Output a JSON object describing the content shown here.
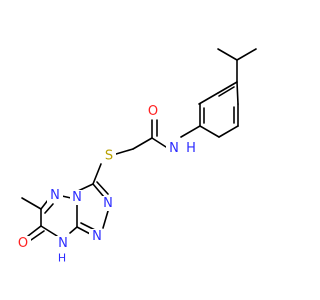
{
  "colors": {
    "bond": "#000000",
    "N": "#2c2cff",
    "O": "#ff2020",
    "S": "#b8a000",
    "H": "#2c2cff"
  },
  "molecule": {
    "labels": {
      "N_amide": "N",
      "H_amide": "H",
      "O_amide": "O",
      "S": "S",
      "N1": "N",
      "N2": "N",
      "N3": "N",
      "N4": "N",
      "N5": "N",
      "NH_ring_N": "N",
      "NH_ring_H": "H",
      "O_ring": "O"
    }
  }
}
